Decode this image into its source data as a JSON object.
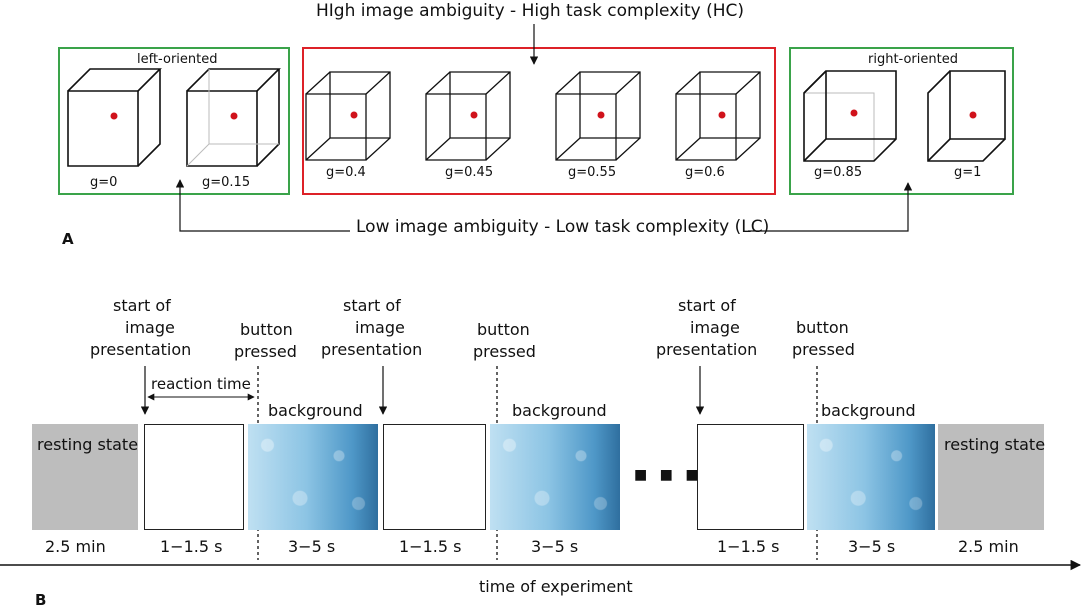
{
  "panel_a": {
    "top_label": "HIgh image ambiguity - High task complexity (HC)",
    "bottom_label": "Low image ambiguity - Low task complexity (LC)",
    "panel_letter": "A",
    "left_group_label": "left-oriented",
    "right_group_label": "right-oriented",
    "cubes": [
      {
        "g_label": "g=0"
      },
      {
        "g_label": "g=0.15"
      },
      {
        "g_label": "g=0.4"
      },
      {
        "g_label": "g=0.45"
      },
      {
        "g_label": "g=0.55"
      },
      {
        "g_label": "g=0.6"
      },
      {
        "g_label": "g=0.85"
      },
      {
        "g_label": "g=1"
      }
    ],
    "colors": {
      "green": "#3aa34a",
      "red": "#dd2128",
      "dot": "#d0121b"
    }
  },
  "panel_b": {
    "panel_letter": "B",
    "axis_label": "time of experiment",
    "ellipsis": "■ ■ ■",
    "start_label_1": [
      "start of",
      "image",
      "presentation"
    ],
    "start_label_2": [
      "start of",
      "image",
      "presentation"
    ],
    "start_label_3": [
      "start of",
      "image",
      "presentation"
    ],
    "button_label_1": [
      "button",
      "pressed"
    ],
    "button_label_2": [
      "button",
      "pressed"
    ],
    "button_label_3": [
      "button",
      "pressed"
    ],
    "reaction_time": "reaction time",
    "resting_left": "resting state",
    "resting_right": "resting state",
    "background_1": "background",
    "background_2": "background",
    "background_3": "background",
    "durations": [
      "2.5 min",
      "1−1.5 s",
      "3−5 s",
      "1−1.5 s",
      "3−5 s",
      "1−1.5 s",
      "3−5 s",
      "2.5 min"
    ]
  }
}
